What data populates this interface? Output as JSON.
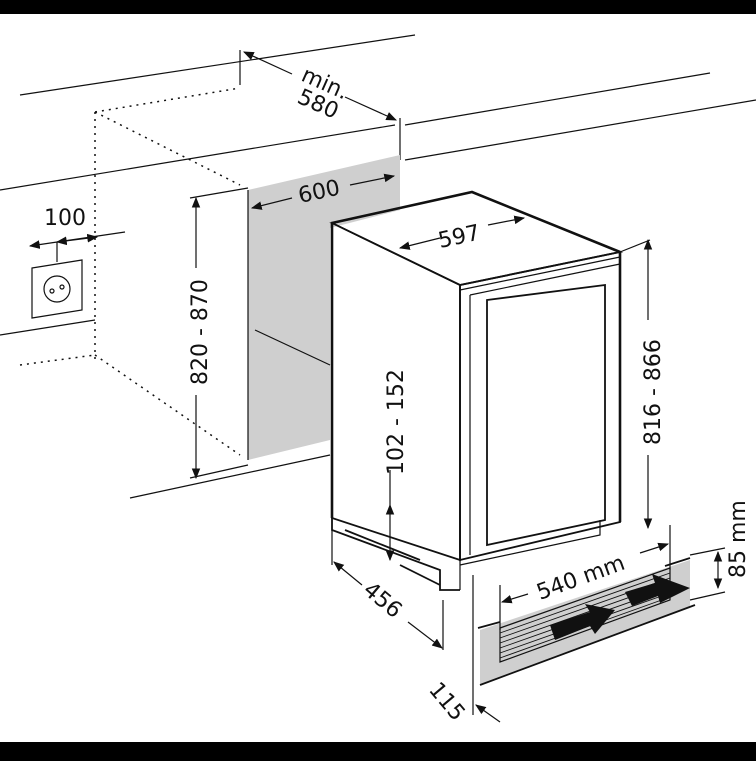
{
  "diagram": {
    "title": "Built-under wine cooler installation dimensions",
    "colors": {
      "background": "#ffffff",
      "frame": "#000000",
      "line": "#111111",
      "niche_shade": "#cfcfcf"
    },
    "labels": {
      "niche_depth_min": "min.",
      "niche_depth": "580",
      "niche_width": "600",
      "socket_offset": "100",
      "niche_height": "820 - 870",
      "appliance_width": "597",
      "plinth_height": "102 - 152",
      "appliance_height": "816 - 866",
      "appliance_depth": "456",
      "vent_width": "540 mm",
      "vent_height": "85 mm",
      "plinth_setback": "115"
    },
    "icons": {
      "socket": "power-socket-icon",
      "airflow_in": "airflow-in-arrow-icon",
      "airflow_out": "airflow-out-arrow-icon"
    }
  }
}
